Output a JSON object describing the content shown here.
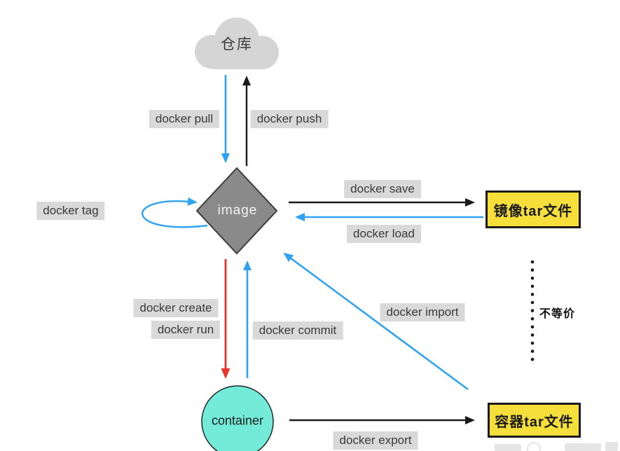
{
  "diagram": {
    "nodes": {
      "registry": {
        "label": "仓库",
        "shape": "cloud",
        "fill": "#d5d5d5"
      },
      "image": {
        "label": "image",
        "shape": "diamond",
        "fill": "#8a8a8a"
      },
      "container": {
        "label": "container",
        "shape": "circle",
        "fill": "#73ebd8"
      },
      "image_tar": {
        "label": "镜像tar文件",
        "shape": "rect",
        "fill": "#f6df3b"
      },
      "container_tar": {
        "label": "容器tar文件",
        "shape": "rect",
        "fill": "#f6df3b"
      }
    },
    "edge_labels": {
      "pull": "docker pull",
      "push": "docker push",
      "save": "docker save",
      "load": "docker load",
      "tag": "docker tag",
      "create": "docker create",
      "run": "docker run",
      "commit": "docker commit",
      "import": "docker import",
      "export": "docker export"
    },
    "annotation": {
      "not_equivalent": "不等价"
    },
    "colors": {
      "arrow_blue": "#2fa2f2",
      "arrow_black": "#1a1a1a",
      "arrow_red": "#e8352a",
      "label_background": "#d9d9d9",
      "node_yellow": "#f6df3b",
      "node_gray_diamond": "#8a8a8a",
      "node_cloud_gray": "#d5d5d5",
      "node_turquoise": "#73ebd8"
    }
  }
}
